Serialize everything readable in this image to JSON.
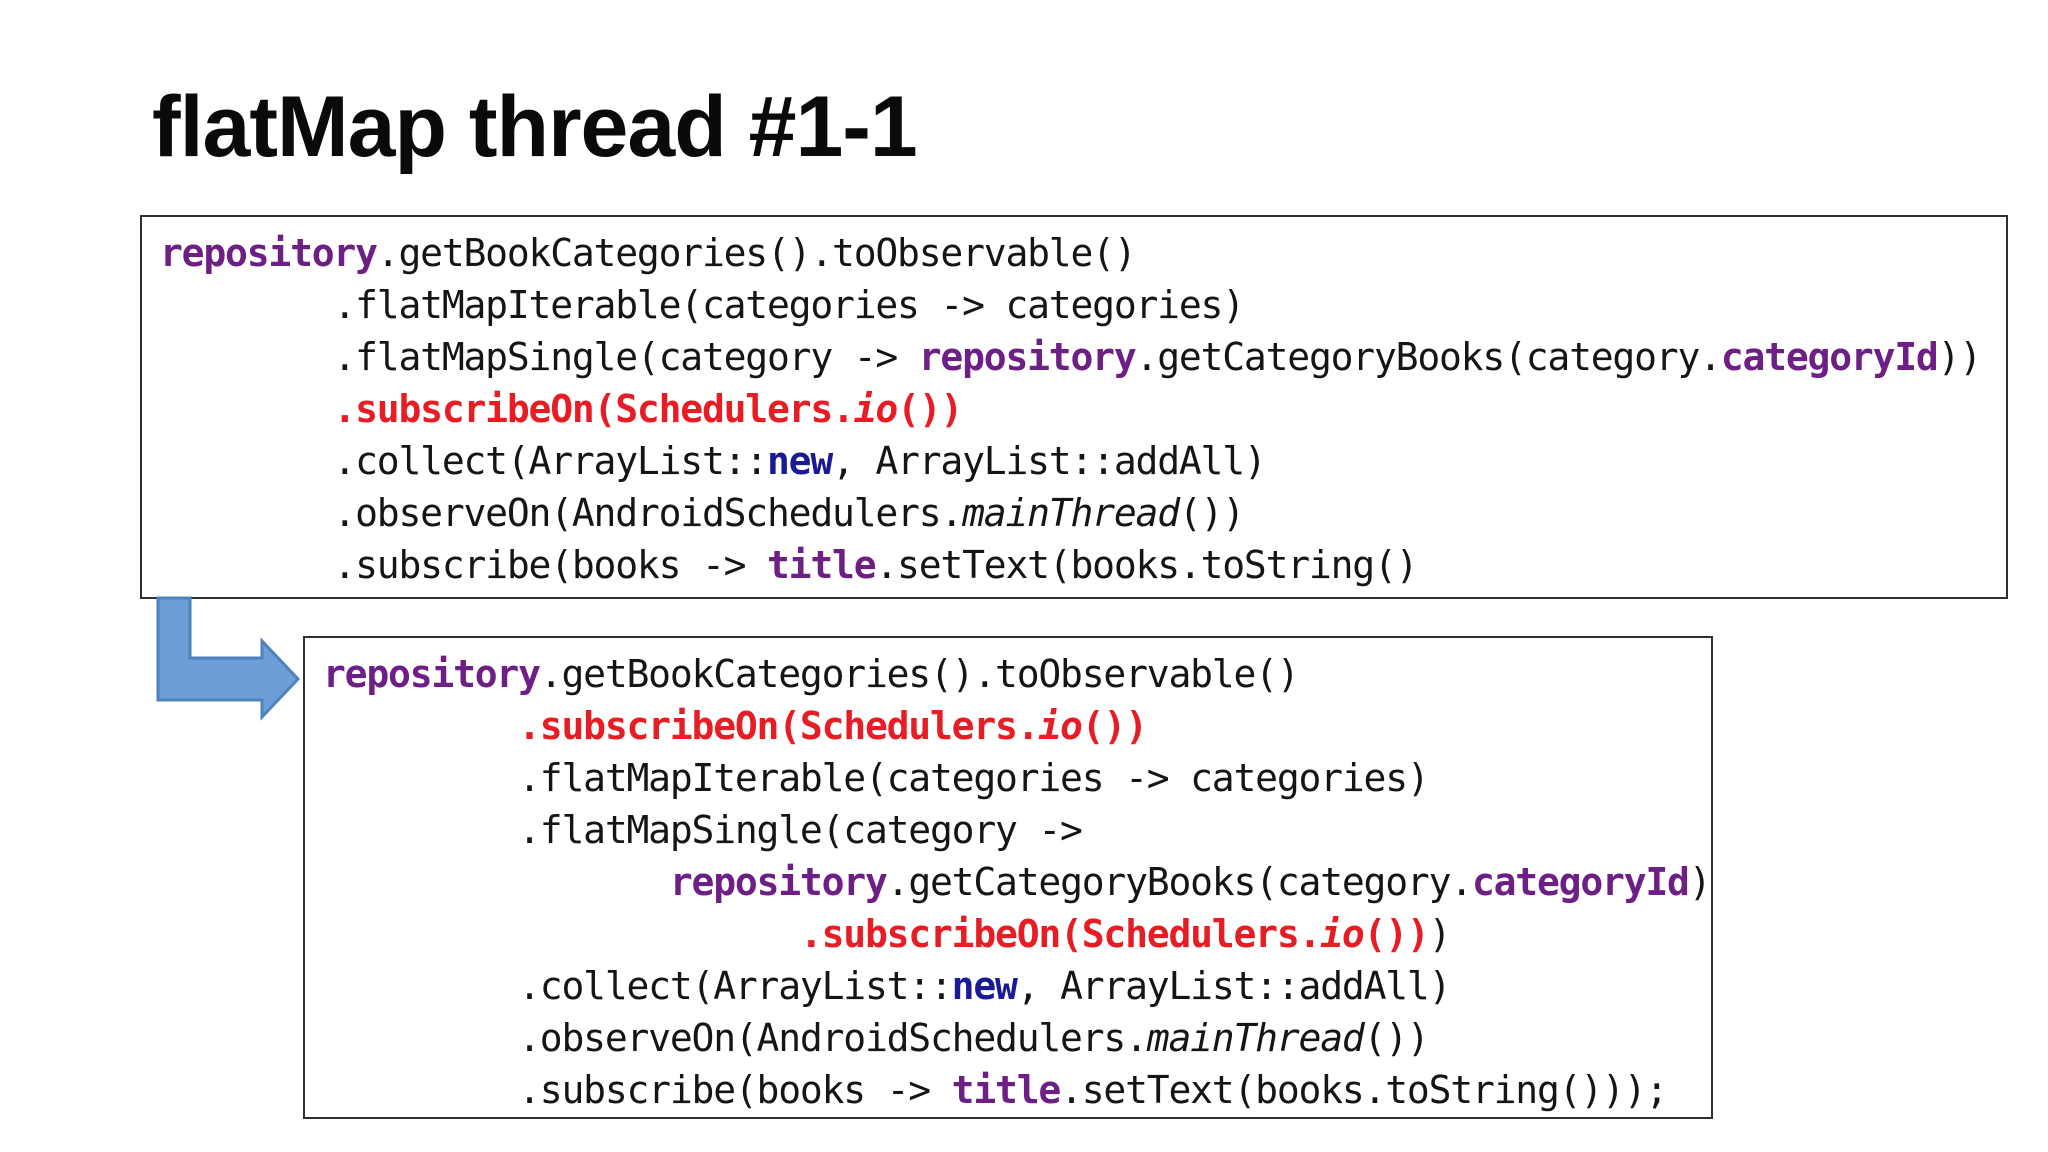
{
  "title": "flatMap thread #1-1",
  "colors": {
    "identifier_purple": "#6e1f86",
    "scheduler_red": "#e81c24",
    "keyword_navy": "#1a1a96",
    "code_black": "#151515",
    "box_border": "#2f2f2f",
    "arrow_fill": "#6d9ed8",
    "arrow_stroke": "#4f81bd"
  },
  "code_blocks": [
    {
      "id": "original-chain",
      "lines": [
        [
          {
            "t": "repository",
            "s": "purple"
          },
          {
            "t": ".getBookCategories().toObservable()",
            "s": "black"
          }
        ],
        [
          {
            "t": "        .flatMapIterable(categories -> categories)",
            "s": "black"
          }
        ],
        [
          {
            "t": "        .flatMapSingle(category -> ",
            "s": "black"
          },
          {
            "t": "repository",
            "s": "purple"
          },
          {
            "t": ".getCategoryBooks(category.",
            "s": "black"
          },
          {
            "t": "categoryId",
            "s": "purple"
          },
          {
            "t": "))",
            "s": "black"
          }
        ],
        [
          {
            "t": "        .subscribeOn(Schedulers.",
            "s": "red"
          },
          {
            "t": "io",
            "s": "redi"
          },
          {
            "t": "())",
            "s": "red"
          }
        ],
        [
          {
            "t": "        .collect(ArrayList::",
            "s": "black"
          },
          {
            "t": "new",
            "s": "navy"
          },
          {
            "t": ", ArrayList::addAll)",
            "s": "black"
          }
        ],
        [
          {
            "t": "        .observeOn(AndroidSchedulers.",
            "s": "black"
          },
          {
            "t": "mainThread",
            "s": "italic"
          },
          {
            "t": "())",
            "s": "black"
          }
        ],
        [
          {
            "t": "        .subscribe(books -> ",
            "s": "black"
          },
          {
            "t": "title",
            "s": "purple"
          },
          {
            "t": ".setText(books.toString()",
            "s": "black"
          }
        ]
      ]
    },
    {
      "id": "rewritten-chain",
      "lines": [
        [
          {
            "t": "repository",
            "s": "purple"
          },
          {
            "t": ".getBookCategories().toObservable()",
            "s": "black"
          }
        ],
        [
          {
            "t": "         .subscribeOn(Schedulers.",
            "s": "red"
          },
          {
            "t": "io",
            "s": "redi"
          },
          {
            "t": "())",
            "s": "red"
          }
        ],
        [
          {
            "t": "         .flatMapIterable(categories -> categories)",
            "s": "black"
          }
        ],
        [
          {
            "t": "         .flatMapSingle(category ->",
            "s": "black"
          }
        ],
        [
          {
            "t": "                ",
            "s": "black"
          },
          {
            "t": "repository",
            "s": "purple"
          },
          {
            "t": ".getCategoryBooks(category.",
            "s": "black"
          },
          {
            "t": "categoryId",
            "s": "purple"
          },
          {
            "t": ")",
            "s": "black"
          }
        ],
        [
          {
            "t": "                      .subscribeOn(Schedulers.",
            "s": "red"
          },
          {
            "t": "io",
            "s": "redi"
          },
          {
            "t": "())",
            "s": "red"
          },
          {
            "t": ")",
            "s": "black"
          }
        ],
        [
          {
            "t": "         .collect(ArrayList::",
            "s": "black"
          },
          {
            "t": "new",
            "s": "navy"
          },
          {
            "t": ", ArrayList::addAll)",
            "s": "black"
          }
        ],
        [
          {
            "t": "         .observeOn(AndroidSchedulers.",
            "s": "black"
          },
          {
            "t": "mainThread",
            "s": "italic"
          },
          {
            "t": "())",
            "s": "black"
          }
        ],
        [
          {
            "t": "         .subscribe(books -> ",
            "s": "black"
          },
          {
            "t": "title",
            "s": "purple"
          },
          {
            "t": ".setText(books.toString()));",
            "s": "black"
          }
        ]
      ]
    }
  ]
}
